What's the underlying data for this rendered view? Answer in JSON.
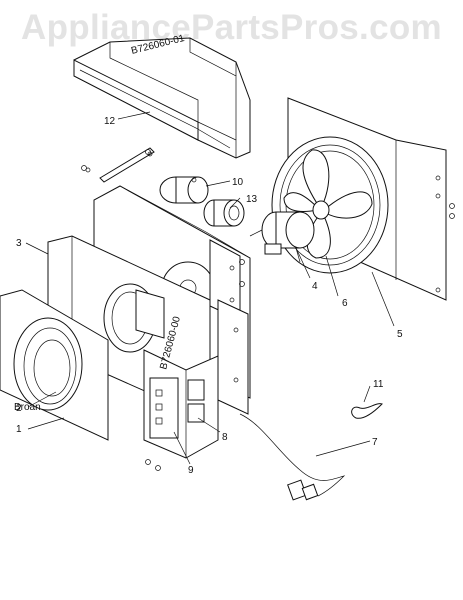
{
  "watermark": "AppliancePartsPros.com",
  "callouts": [
    {
      "id": "1",
      "label": "1"
    },
    {
      "id": "2",
      "label": "2"
    },
    {
      "id": "3",
      "label": "3"
    },
    {
      "id": "4",
      "label": "4"
    },
    {
      "id": "5",
      "label": "5"
    },
    {
      "id": "6",
      "label": "6"
    },
    {
      "id": "7",
      "label": "7"
    },
    {
      "id": "8",
      "label": "8"
    },
    {
      "id": "9",
      "label": "9"
    },
    {
      "id": "10",
      "label": "10"
    },
    {
      "id": "11",
      "label": "11"
    },
    {
      "id": "12",
      "label": "12"
    },
    {
      "id": "13",
      "label": "13"
    }
  ],
  "part_stamps": {
    "duct": "B726060-01",
    "box": "B726060-00",
    "grille_brand": "Broan"
  }
}
